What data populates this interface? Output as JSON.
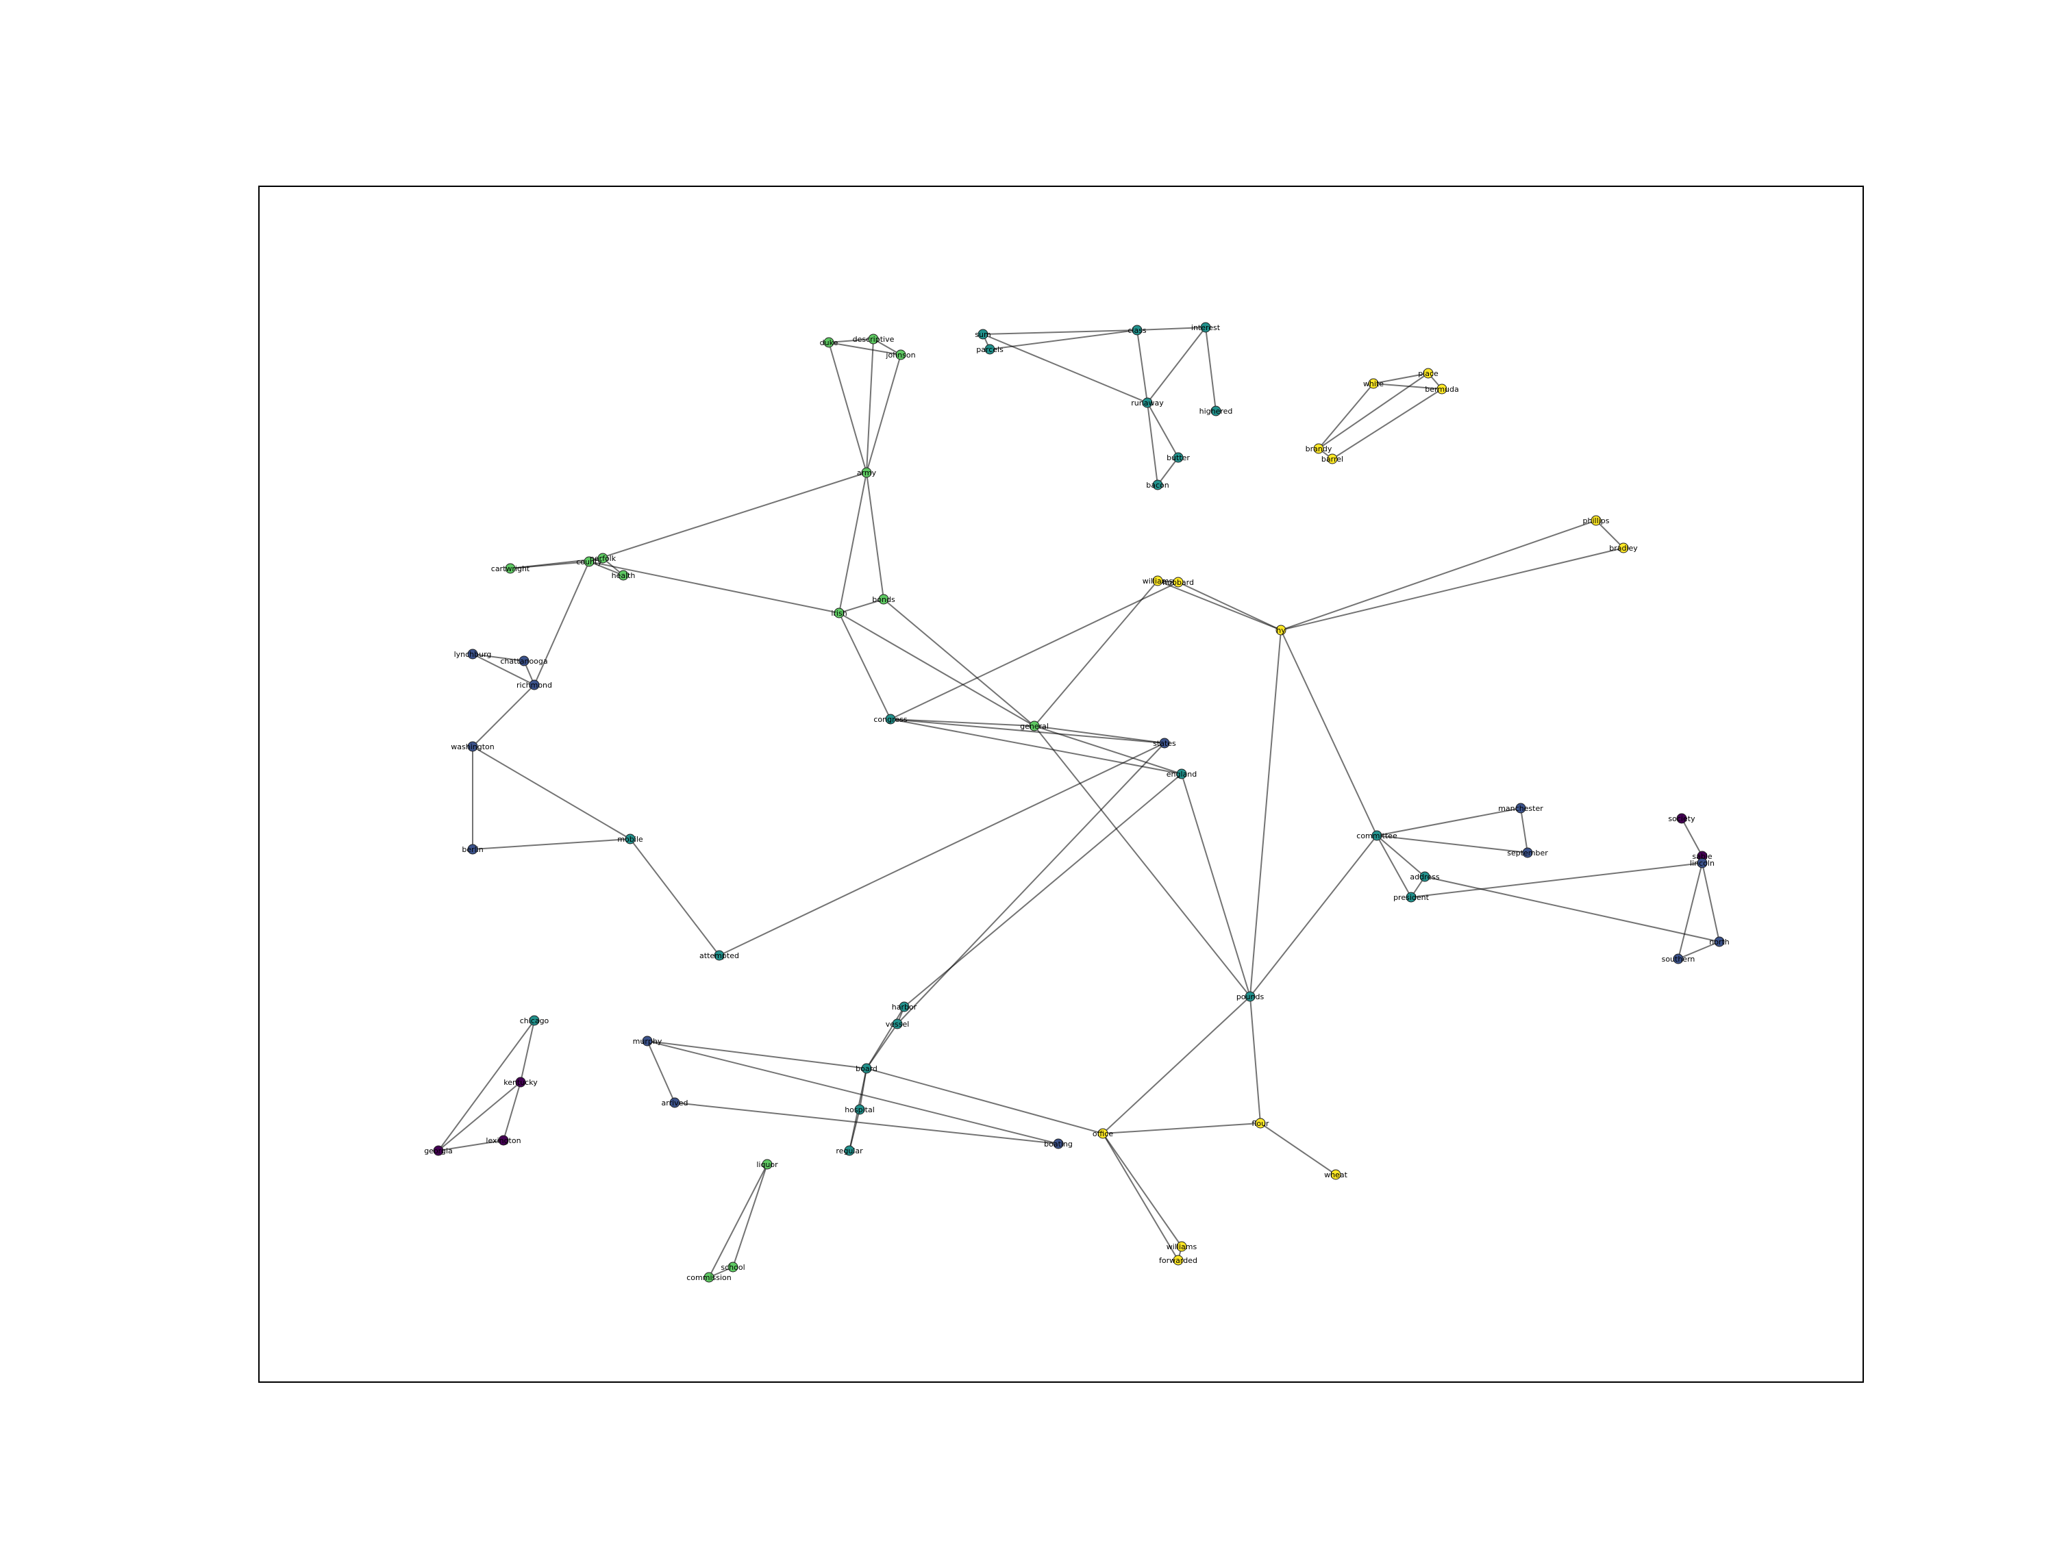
{
  "chart_data": {
    "type": "network",
    "palette": [
      "#440154",
      "#3b528b",
      "#21918c",
      "#5ec962",
      "#fde725"
    ],
    "nodes": [
      {
        "id": "duke",
        "label": "duke",
        "group": 3
      },
      {
        "id": "descriptive",
        "label": "descriptive",
        "group": 3
      },
      {
        "id": "johnson",
        "label": "johnson",
        "group": 3
      },
      {
        "id": "army",
        "label": "army",
        "group": 3
      },
      {
        "id": "sum",
        "label": "sum",
        "group": 2
      },
      {
        "id": "parcels",
        "label": "parcels",
        "group": 2
      },
      {
        "id": "interest",
        "label": "interest",
        "group": 2
      },
      {
        "id": "class",
        "label": "class",
        "group": 2
      },
      {
        "id": "runaway",
        "label": "runaway",
        "group": 2
      },
      {
        "id": "highered",
        "label": "highered",
        "group": 2
      },
      {
        "id": "bacon",
        "label": "bacon",
        "group": 2
      },
      {
        "id": "butter",
        "label": "butter",
        "group": 2
      },
      {
        "id": "white",
        "label": "white",
        "group": 4
      },
      {
        "id": "place",
        "label": "place",
        "group": 4
      },
      {
        "id": "bermuda",
        "label": "bermuda",
        "group": 4
      },
      {
        "id": "brandy",
        "label": "brandy",
        "group": 4
      },
      {
        "id": "barrel",
        "label": "barrel",
        "group": 4
      },
      {
        "id": "phillips",
        "label": "phillips",
        "group": 4
      },
      {
        "id": "bradley",
        "label": "bradley",
        "group": 4
      },
      {
        "id": "hubbard",
        "label": "hubbard",
        "group": 4
      },
      {
        "id": "williams",
        "label": "williams",
        "group": 4
      },
      {
        "id": "hy",
        "label": "hy",
        "group": 4
      },
      {
        "id": "cartwright",
        "label": "cartwright",
        "group": 3
      },
      {
        "id": "norfolk",
        "label": "norfolk",
        "group": 3
      },
      {
        "id": "health",
        "label": "health",
        "group": 3
      },
      {
        "id": "county",
        "label": "county",
        "group": 3
      },
      {
        "id": "irish",
        "label": "irish",
        "group": 3
      },
      {
        "id": "bonds",
        "label": "bonds",
        "group": 3
      },
      {
        "id": "lynchburg",
        "label": "lynchburg",
        "group": 1
      },
      {
        "id": "chattanooga",
        "label": "chattanooga",
        "group": 1
      },
      {
        "id": "richmond",
        "label": "richmond",
        "group": 1
      },
      {
        "id": "washington",
        "label": "washington",
        "group": 1
      },
      {
        "id": "berlin",
        "label": "berlin",
        "group": 1
      },
      {
        "id": "mobile",
        "label": "mobile",
        "group": 2
      },
      {
        "id": "general",
        "label": "general",
        "group": 3
      },
      {
        "id": "congress",
        "label": "congress",
        "group": 2
      },
      {
        "id": "states",
        "label": "states",
        "group": 1
      },
      {
        "id": "england",
        "label": "england",
        "group": 2
      },
      {
        "id": "attempted",
        "label": "attempted",
        "group": 2
      },
      {
        "id": "manchester",
        "label": "manchester",
        "group": 1
      },
      {
        "id": "september",
        "label": "september",
        "group": 1
      },
      {
        "id": "committee",
        "label": "committee",
        "group": 2
      },
      {
        "id": "address",
        "label": "address",
        "group": 2
      },
      {
        "id": "president",
        "label": "president",
        "group": 2
      },
      {
        "id": "society",
        "label": "society",
        "group": 0
      },
      {
        "id": "sable",
        "label": "sable",
        "group": 0
      },
      {
        "id": "lincoln",
        "label": "lincoln",
        "group": 1
      },
      {
        "id": "southern",
        "label": "southern",
        "group": 1
      },
      {
        "id": "north",
        "label": "north",
        "group": 1
      },
      {
        "id": "pounds",
        "label": "pounds",
        "group": 2
      },
      {
        "id": "office",
        "label": "office",
        "group": 4
      },
      {
        "id": "flour",
        "label": "flour",
        "group": 4
      },
      {
        "id": "wheat",
        "label": "wheat",
        "group": 4
      },
      {
        "id": "williams2",
        "label": "williams",
        "group": 4
      },
      {
        "id": "forwarded",
        "label": "forwarded",
        "group": 4
      },
      {
        "id": "harbor",
        "label": "harbor",
        "group": 2
      },
      {
        "id": "vessel",
        "label": "vessel",
        "group": 2
      },
      {
        "id": "board",
        "label": "board",
        "group": 2
      },
      {
        "id": "hospital",
        "label": "hospital",
        "group": 2
      },
      {
        "id": "regular",
        "label": "regular",
        "group": 2
      },
      {
        "id": "kentucky",
        "label": "kentucky",
        "group": 0
      },
      {
        "id": "georgia",
        "label": "georgia",
        "group": 0
      },
      {
        "id": "lexington",
        "label": "lexington",
        "group": 0
      },
      {
        "id": "chicago",
        "label": "chicago",
        "group": 2
      },
      {
        "id": "murphy",
        "label": "murphy",
        "group": 1
      },
      {
        "id": "arrived",
        "label": "arrived",
        "group": 1
      },
      {
        "id": "boating",
        "label": "boating",
        "group": 1
      },
      {
        "id": "liquor",
        "label": "liquor",
        "group": 3
      },
      {
        "id": "school",
        "label": "school",
        "group": 3
      },
      {
        "id": "commission",
        "label": "commission",
        "group": 3
      }
    ],
    "edges": [
      [
        "duke",
        "descriptive"
      ],
      [
        "duke",
        "johnson"
      ],
      [
        "descriptive",
        "johnson"
      ],
      [
        "duke",
        "army"
      ],
      [
        "descriptive",
        "army"
      ],
      [
        "johnson",
        "army"
      ],
      [
        "sum",
        "parcels"
      ],
      [
        "sum",
        "class"
      ],
      [
        "parcels",
        "class"
      ],
      [
        "class",
        "runaway"
      ],
      [
        "interest",
        "highered"
      ],
      [
        "class",
        "interest"
      ],
      [
        "runaway",
        "bacon"
      ],
      [
        "butter",
        "bacon"
      ],
      [
        "runaway",
        "butter"
      ],
      [
        "sum",
        "runaway"
      ],
      [
        "interest",
        "runaway"
      ],
      [
        "white",
        "place"
      ],
      [
        "place",
        "bermuda"
      ],
      [
        "white",
        "bermuda"
      ],
      [
        "white",
        "brandy"
      ],
      [
        "place",
        "brandy"
      ],
      [
        "bermuda",
        "barrel"
      ],
      [
        "brandy",
        "barrel"
      ],
      [
        "phillips",
        "bradley"
      ],
      [
        "phillips",
        "hy"
      ],
      [
        "bradley",
        "hy"
      ],
      [
        "hubbard",
        "hy"
      ],
      [
        "williams",
        "hy"
      ],
      [
        "hubbard",
        "williams"
      ],
      [
        "cartwright",
        "norfolk"
      ],
      [
        "norfolk",
        "health"
      ],
      [
        "health",
        "county"
      ],
      [
        "cartwright",
        "county"
      ],
      [
        "county",
        "irish"
      ],
      [
        "irish",
        "bonds"
      ],
      [
        "army",
        "irish"
      ],
      [
        "army",
        "bonds"
      ],
      [
        "army",
        "county"
      ],
      [
        "lynchburg",
        "chattanooga"
      ],
      [
        "chattanooga",
        "richmond"
      ],
      [
        "lynchburg",
        "richmond"
      ],
      [
        "richmond",
        "washington"
      ],
      [
        "washington",
        "berlin"
      ],
      [
        "berlin",
        "mobile"
      ],
      [
        "mobile",
        "attempted"
      ],
      [
        "washington",
        "mobile"
      ],
      [
        "general",
        "congress"
      ],
      [
        "congress",
        "states"
      ],
      [
        "congress",
        "england"
      ],
      [
        "general",
        "england"
      ],
      [
        "states",
        "attempted"
      ],
      [
        "general",
        "states"
      ],
      [
        "bonds",
        "general"
      ],
      [
        "irish",
        "congress"
      ],
      [
        "county",
        "richmond"
      ],
      [
        "manchester",
        "september"
      ],
      [
        "september",
        "committee"
      ],
      [
        "committee",
        "address"
      ],
      [
        "address",
        "president"
      ],
      [
        "committee",
        "president"
      ],
      [
        "manchester",
        "committee"
      ],
      [
        "society",
        "sable"
      ],
      [
        "sable",
        "lincoln"
      ],
      [
        "lincoln",
        "north"
      ],
      [
        "north",
        "southern"
      ],
      [
        "lincoln",
        "southern"
      ],
      [
        "president",
        "lincoln"
      ],
      [
        "address",
        "north"
      ],
      [
        "hy",
        "committee"
      ],
      [
        "hy",
        "pounds"
      ],
      [
        "pounds",
        "office"
      ],
      [
        "pounds",
        "flour"
      ],
      [
        "flour",
        "wheat"
      ],
      [
        "office",
        "williams2"
      ],
      [
        "williams2",
        "forwarded"
      ],
      [
        "office",
        "forwarded"
      ],
      [
        "flour",
        "office"
      ],
      [
        "committee",
        "pounds"
      ],
      [
        "harbor",
        "vessel"
      ],
      [
        "vessel",
        "board"
      ],
      [
        "board",
        "hospital"
      ],
      [
        "hospital",
        "regular"
      ],
      [
        "board",
        "regular"
      ],
      [
        "harbor",
        "board"
      ],
      [
        "england",
        "harbor"
      ],
      [
        "states",
        "vessel"
      ],
      [
        "england",
        "pounds"
      ],
      [
        "general",
        "pounds"
      ],
      [
        "board",
        "murphy"
      ],
      [
        "board",
        "office"
      ],
      [
        "kentucky",
        "georgia"
      ],
      [
        "georgia",
        "lexington"
      ],
      [
        "kentucky",
        "lexington"
      ],
      [
        "chicago",
        "kentucky"
      ],
      [
        "chicago",
        "georgia"
      ],
      [
        "murphy",
        "arrived"
      ],
      [
        "arrived",
        "boating"
      ],
      [
        "murphy",
        "boating"
      ],
      [
        "liquor",
        "school"
      ],
      [
        "school",
        "commission"
      ],
      [
        "liquor",
        "commission"
      ],
      [
        "williams",
        "general"
      ],
      [
        "hubbard",
        "congress"
      ],
      [
        "irish",
        "general"
      ]
    ]
  }
}
